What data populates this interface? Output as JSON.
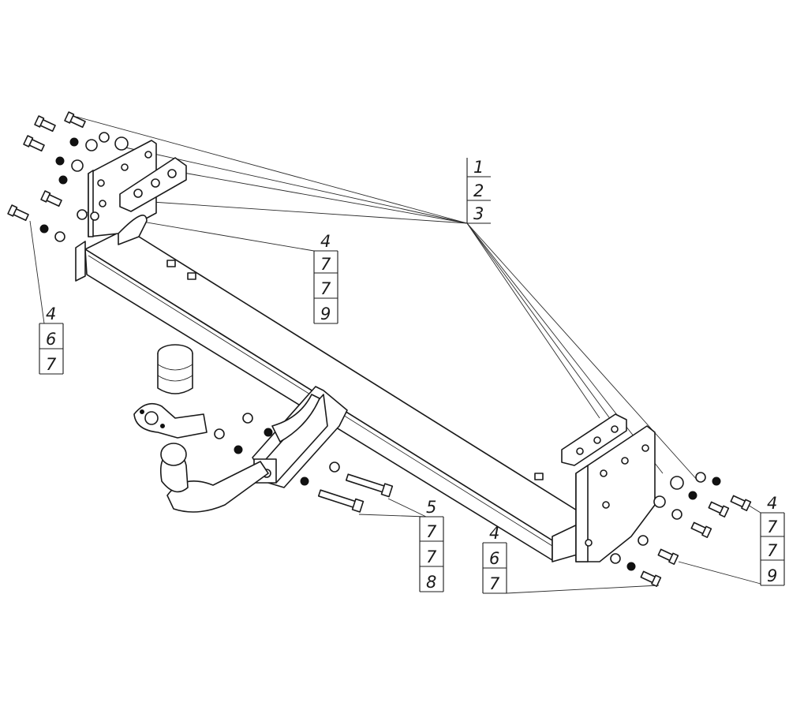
{
  "callouts": [
    {
      "id": "top-right",
      "numbers": [
        "1",
        "2",
        "3"
      ]
    },
    {
      "id": "top-middle",
      "numbers": [
        "4",
        "7",
        "7",
        "9"
      ]
    },
    {
      "id": "left",
      "numbers": [
        "4",
        "6",
        "7"
      ]
    },
    {
      "id": "bottom-center",
      "numbers": [
        "5",
        "7",
        "7",
        "8"
      ]
    },
    {
      "id": "bottom-right",
      "numbers": [
        "4",
        "6",
        "7"
      ]
    },
    {
      "id": "right",
      "numbers": [
        "4",
        "7",
        "7",
        "9"
      ]
    }
  ]
}
